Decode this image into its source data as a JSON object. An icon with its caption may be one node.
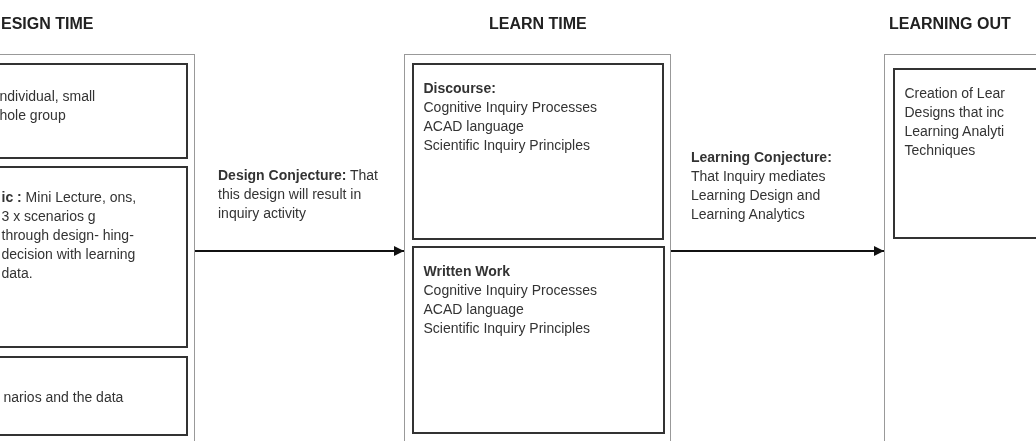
{
  "diagram": {
    "nodes": [
      {
        "text": [
          "ESIGN TIME"
        ]
      },
      {
        "text": [
          "ndividual, small hole group"
        ],
        "in": 0
      },
      {
        "text": [
          "**ic :** Mini Lecture, ons, 3 x scenarios g through design- hing- decision with learning data."
        ],
        "in": 0
      },
      {
        "text": [
          "narios and the data"
        ],
        "in": 0
      },
      {
        "text": [
          "LEARN TIME"
        ]
      },
      {
        "text": [
          "Discourse:",
          "Cognitive Inquiry Processes",
          "ACAD language",
          "Scientific Inquiry Principles"
        ],
        "in": 4
      },
      {
        "text": [
          "Written Work",
          "Cognitive Inquiry Processes",
          "ACAD language",
          "Scientific Inquiry Principles"
        ],
        "in": 4
      },
      {
        "text": [
          "LEARNING OUT"
        ]
      },
      {
        "text": [
          "Creation of Lear Designs that inc Learning Analyti Techniques"
        ],
        "in": 7
      }
    ],
    "edges": [
      {
        "from": 0,
        "to": 4,
        "arrow": "to",
        "label": "**Design Conjecture:** That this design will result in inquiry activity"
      },
      {
        "from": 4,
        "to": 7,
        "arrow": "to",
        "label": "**Learning Conjecture:** That Inquiry mediates Learning Design and Learning Analytics"
      }
    ]
  }
}
